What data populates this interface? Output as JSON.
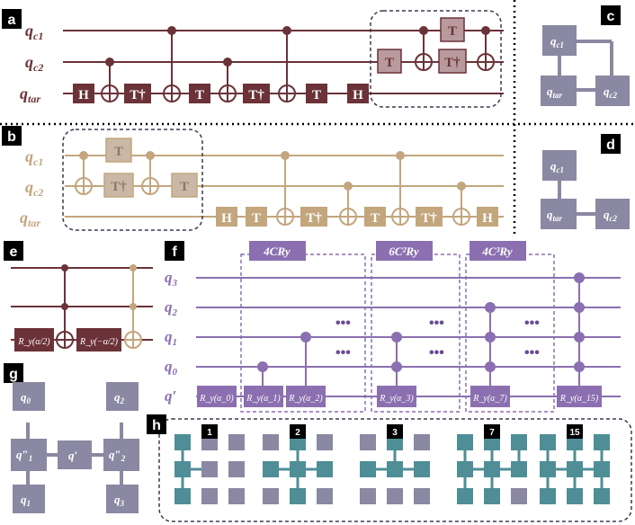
{
  "colors": {
    "maroon": "#6b3238",
    "maroon_light": "#b89a9c",
    "tan": "#c3a67d",
    "tan_light": "#c9b8a6",
    "slate": "#7e80a0",
    "purple": "#8b6fb0",
    "purple_dark": "#6a4a96",
    "teal": "#4f8e96",
    "gray_sq": "#8a88a2",
    "panel_label_bg": "#000000"
  },
  "panels": {
    "a": "a",
    "b": "b",
    "c": "c",
    "d": "d",
    "e": "e",
    "f": "f",
    "g": "g",
    "h": "h"
  },
  "a": {
    "wires": [
      "q_c1",
      "q_c2",
      "q_tar"
    ],
    "gates": [
      "H",
      "T†",
      "T",
      "T†",
      "T",
      "H",
      "T",
      "T",
      "T†"
    ]
  },
  "b": {
    "wires": [
      "q_c1",
      "q_c2",
      "q_tar"
    ],
    "gates": [
      "T",
      "T†",
      "T",
      "H",
      "T",
      "T†",
      "T",
      "T†",
      "H"
    ]
  },
  "c": {
    "nodes": [
      "q_c1",
      "q_tar",
      "q_c2"
    ]
  },
  "d": {
    "nodes": [
      "q_c1",
      "q_tar",
      "q_c2"
    ]
  },
  "e": {
    "gates": [
      "R_y(α/2)",
      "R_y(−α/2)"
    ]
  },
  "f": {
    "wires": [
      "q_3",
      "q_2",
      "q_1",
      "q_0",
      "q′"
    ],
    "group_labels": [
      "4CRy",
      "6C²Ry",
      "4C³Ry"
    ],
    "gates": [
      "R_y(α_0)",
      "R_y(α_1)",
      "R_y(α_2)",
      "R_y(α_3)",
      "R_y(α_7)",
      "R_y(α_15)"
    ]
  },
  "g": {
    "nodes": [
      "q_0",
      "q″_1",
      "q′",
      "q″_2",
      "q_2",
      "q_1",
      "q_3"
    ]
  },
  "h": {
    "steps": [
      "1",
      "2",
      "3",
      "7",
      "15"
    ]
  }
}
